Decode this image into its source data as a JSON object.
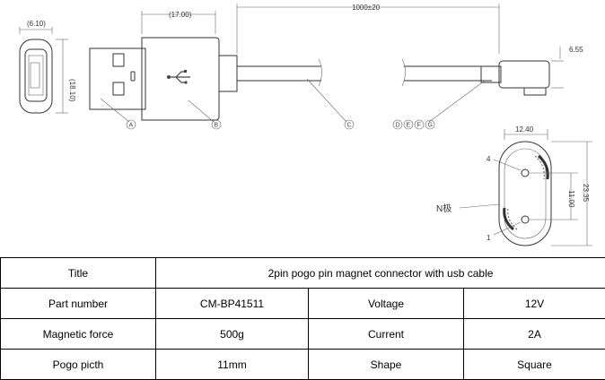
{
  "drawing": {
    "dims": {
      "end_width": "(6.10)",
      "end_height": "(18.10)",
      "plug_length": "(17.00)",
      "cable_length": "1000±20",
      "magnet_height": "6.55",
      "head_width": "12.40",
      "pin_pitch": "11.00",
      "head_length": "23.35"
    },
    "callouts": [
      "A",
      "B",
      "C",
      "D",
      "E",
      "F",
      "G"
    ],
    "pin_labels": [
      "4",
      "1"
    ],
    "polarity_label": "N极",
    "usb_symbol": "usb-trident-icon"
  },
  "spec": {
    "title_label": "Title",
    "title_value": "2pin pogo pin magnet connector with usb cable",
    "rows": [
      {
        "label_a": "Part number",
        "value_a": "CM-BP41511",
        "label_b": "Voltage",
        "value_b": "12V"
      },
      {
        "label_a": "Magnetic force",
        "value_a": "500g",
        "label_b": "Current",
        "value_b": "2A"
      },
      {
        "label_a": "Pogo picth",
        "value_a": "11mm",
        "label_b": "Shape",
        "value_b": "Square"
      }
    ]
  }
}
